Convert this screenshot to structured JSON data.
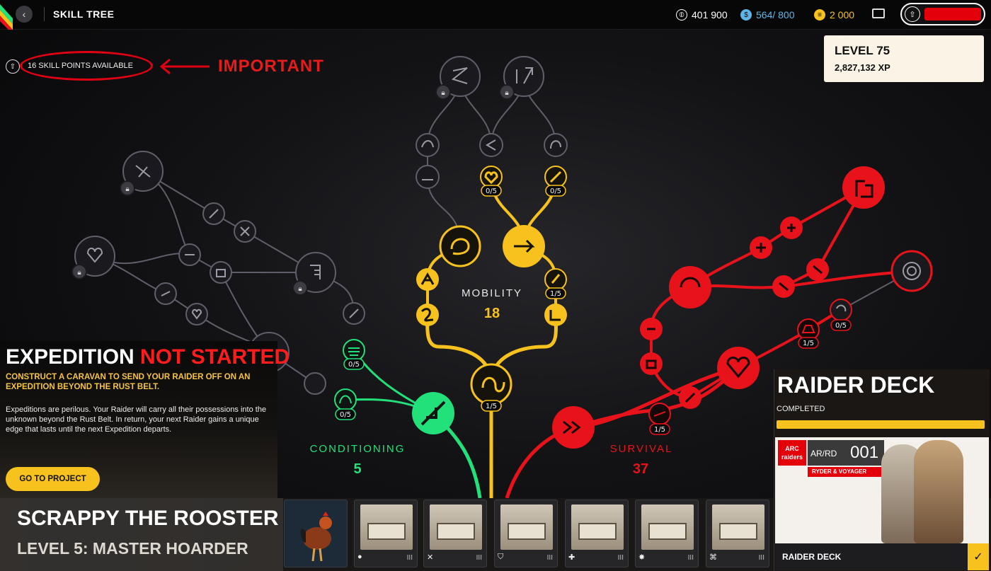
{
  "header": {
    "title": "SKILL TREE",
    "back_icon": "chevron-left-icon",
    "currencies": [
      {
        "icon": "coins-icon",
        "value": "401 900",
        "color": "#ffffff"
      },
      {
        "icon": "raider-tokens-icon",
        "value": "564/ 800",
        "color": "#5fb6e6"
      },
      {
        "icon": "cred-icon",
        "value": "2 000",
        "color": "#f7c21d"
      }
    ],
    "mail_icon": "mail-icon",
    "profile_rank_icon": "rank-up-icon"
  },
  "skill_points": {
    "label": "16 SKILL POINTS AVAILABLE",
    "icon": "skill-point-icon"
  },
  "annotation": {
    "label": "IMPORTANT",
    "color": "#e91a1a"
  },
  "level": {
    "label": "LEVEL 75",
    "xp": "2,827,132 XP"
  },
  "tree": {
    "mobility": {
      "label": "MOBILITY",
      "value": "18",
      "color": "#f7c21d"
    },
    "conditioning": {
      "label": "CONDITIONING",
      "value": "5",
      "color": "#22e07a"
    },
    "survival": {
      "label": "SURVIVAL",
      "value": "37",
      "color": "#e8121b"
    },
    "node_counters": {
      "mob_a": "0/5",
      "mob_b": "0/5",
      "mob_c": "1/5",
      "mob_root": "1/5",
      "con_a": "0/5",
      "con_b": "0/5",
      "sur_a": "0/5",
      "sur_b": "1/5",
      "sur_c": "1/5"
    }
  },
  "expedition": {
    "title": "EXPEDITION",
    "status": "NOT STARTED",
    "subtitle": "CONSTRUCT A CARAVAN TO SEND YOUR RAIDER OFF ON AN EXPEDITION BEYOND THE RUST BELT.",
    "description": "Expeditions are perilous. Your Raider will carry all their possessions into the unknown beyond the Rust Belt. In return, your next Raider gains a unique edge that lasts until the next Expedition departs.",
    "button": "GO TO PROJECT"
  },
  "rooster": {
    "title": "SCRAPPY THE ROOSTER",
    "level": "LEVEL 5: MASTER HOARDER"
  },
  "workbenches": [
    {
      "icon": "rooster-icon"
    },
    {
      "icon": "scrappy-icon",
      "tier": "III"
    },
    {
      "icon": "crossed-tools-icon",
      "tier": "III"
    },
    {
      "icon": "shield-icon",
      "tier": "III"
    },
    {
      "icon": "medical-icon",
      "tier": "III"
    },
    {
      "icon": "explosive-icon",
      "tier": "III"
    },
    {
      "icon": "utility-icon",
      "tier": "III"
    }
  ],
  "raider_deck": {
    "title": "RAIDER DECK",
    "status": "COMPLETED",
    "progress": 1.0,
    "logo": "ARC raiders",
    "code": "AR/RD",
    "number": "001",
    "variant": "RYDER & VOYAGER",
    "footer": "RAIDER DECK"
  }
}
